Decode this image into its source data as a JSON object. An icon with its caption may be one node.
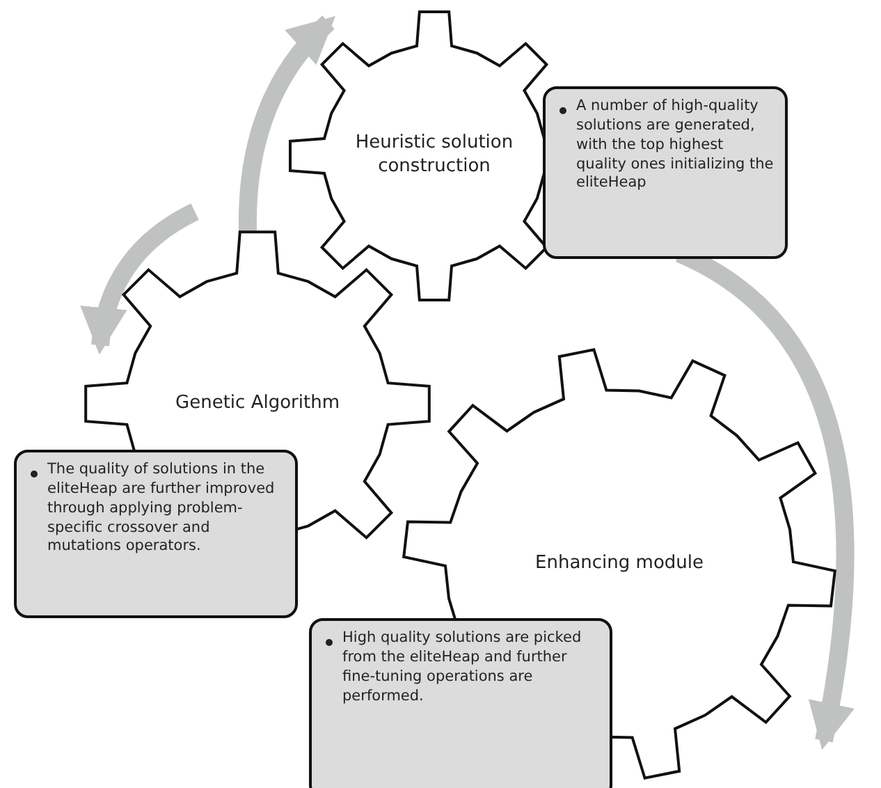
{
  "diagram": {
    "nodes": [
      {
        "text": [
          "Heuristic solution construction"
        ]
      },
      {
        "text": [
          "A number of high-quality solutions are generated, with the top highest quality ones initializing the eliteHeap"
        ]
      },
      {
        "text": [
          "Genetic Algorithm"
        ]
      },
      {
        "text": [
          "The quality of solutions in the eliteHeap are further improved through applying problem-specific crossover and mutations operators."
        ]
      },
      {
        "text": [
          "Enhancing module"
        ]
      },
      {
        "text": [
          "High quality solutions are picked from the eliteHeap and further fine-tuning operations are performed."
        ]
      }
    ],
    "edges": [
      {
        "from": 2,
        "to": 0,
        "arrow": "to"
      },
      {
        "from": null,
        "to": 2,
        "arrow": "to"
      },
      {
        "from": 1,
        "to": 4,
        "arrow": "to"
      }
    ]
  }
}
